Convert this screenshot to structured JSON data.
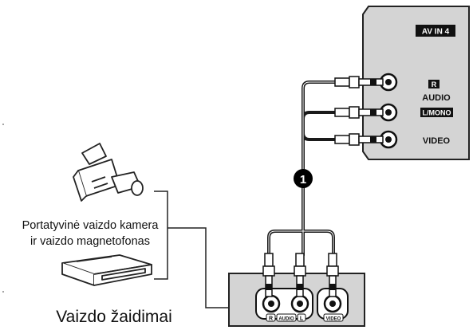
{
  "tv_panel": {
    "input_name": "AV IN 4",
    "audio_r_label": "R",
    "audio_label": "AUDIO",
    "audio_l_label": "L/MONO",
    "video_label": "VIDEO"
  },
  "device_panel": {
    "audio_r_label": "R",
    "audio_label": "AUDIO",
    "audio_l_label": "L",
    "video_label": "VIDEO"
  },
  "step_marker": "1",
  "camera_caption": {
    "line1": "Portatyvinė vaizdo kamera",
    "line2": "ir vaizdo magnetofonas"
  },
  "game_caption": "Vaizdo žaidimai",
  "icons": [
    "camcorder-icon",
    "vcr-icon"
  ],
  "colors": {
    "panel_fill": "#d4d4d4",
    "cable": "#1a1a1a",
    "badge": "#000000"
  }
}
